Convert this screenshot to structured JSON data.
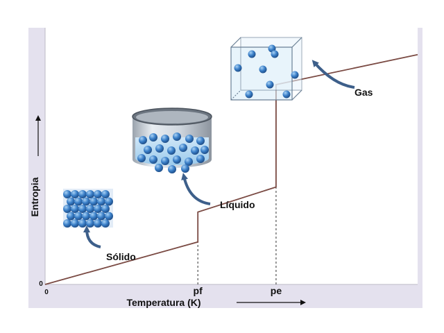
{
  "chart_data": {
    "type": "line",
    "title": "",
    "xlabel": "Temperatura (K)",
    "ylabel": "Entropia",
    "origin_label": "0",
    "x_ticks": [
      {
        "label": "pf",
        "x": 0.41
      },
      {
        "label": "pe",
        "x": 0.62
      }
    ],
    "xlim": [
      0,
      1
    ],
    "ylim": [
      0,
      1
    ],
    "grid": false,
    "series": [
      {
        "x": [
          0,
          0.41,
          0.41,
          0.62,
          0.62,
          1.0
        ],
        "y": [
          0,
          0.17,
          0.29,
          0.39,
          0.8,
          0.92
        ]
      }
    ],
    "phase_labels": [
      {
        "text": "Sólido",
        "illustration": "solid-lattice-icon"
      },
      {
        "text": "Líquido",
        "illustration": "liquid-beaker-icon"
      },
      {
        "text": "Gas",
        "illustration": "gas-box-icon"
      }
    ],
    "colors": {
      "line": "#7a4a43",
      "particle": "#3a7fc8",
      "arrow": "#3d5f8a",
      "background": "#e4e1ee"
    }
  }
}
